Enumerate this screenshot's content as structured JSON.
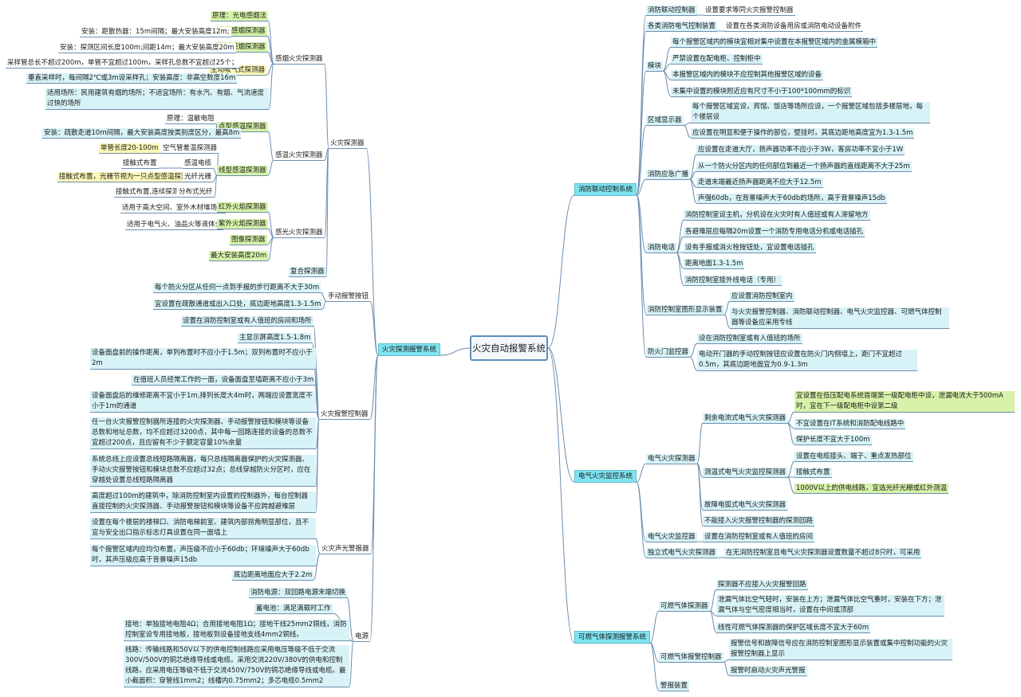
{
  "root": "火灾自动报警系统",
  "left": {
    "detector_system": {
      "label": "火灾探测报警系统",
      "detectors": {
        "label": "火灾探测器",
        "smoke": {
          "label": "感烟火灾探测器",
          "principle": "原理：光电感烟法",
          "point": "点型感烟探测器",
          "point_install": "安装：距散热器：15m间隔；最大安装高度12m;",
          "line": "线型感烟探测器",
          "line_install": "安装：探测区间长度100m;间距14m；最大安装高度20m",
          "aspirating": "主动吸气式探测器",
          "asp_note1": "采样管总长不超过200m，单管不宜超过100m，采样孔总数不宜超过25个；",
          "asp_note2": "垂直采样时，每间隔2℃或3m设采样孔；安装高度：非高空数度16m",
          "usage": "适用场所：民用建筑有烟的场所；不适宜场所：有水汽、有烟、气流速度过快的场所"
        },
        "heat": {
          "label": "感温火灾探测器",
          "point": "点型感温探测器",
          "principle": "原理：温敏电阻",
          "install": "安装：疏散走道10m间隔，最大安装高度按类别度区分，最高8m",
          "line": "线型感温探测器",
          "len": "单管长度20-100m",
          "air_tube": "空气管差温探测器",
          "contact": "接触式布置",
          "cable": "感温电缆",
          "fiber_note": "接触式布置，光栅节视为一只点型感温探测器",
          "fiber": "光纤光栅",
          "dist_note": "接触式布置,连续探测",
          "dist": "分布式光纤"
        },
        "flame": {
          "label": "感光火灾探测器",
          "ir_note": "适用于高大空间、室外木材堆场等",
          "ir": "红外火焰探测器",
          "uv_note": "适用于电气火、油品火等液体火",
          "uv": "紫外火焰探测器",
          "image": "图像探测器",
          "max": "最大安装高度20m"
        },
        "composite": "复合探测器"
      },
      "manual": {
        "label": "手动报警按钮",
        "r1": "每个防火分区从任何一点到手报的步行距离不大于30m",
        "r2": "宜设置在疏散通道或出入口处，底边距地高度1.3-1.5m"
      },
      "controller": {
        "label": "火灾报警控制器",
        "r1": "设置在消防控制室或有人值班的房间和场所",
        "r2": "主显示屏高度1.5-1.8m",
        "r3": "设备面盘前的操作距离，单列布置时不应小于1.5m；双列布置时不应小于2m",
        "r4": "在值班人员经常工作的一面，设备面盘至墙距离不应小于3m",
        "r5": "设备面盘后的维修距离不宜小于1m,排列长度大4m时，两端应设置宽度不小于1m的通道",
        "r6": "任一台火灾报警控制器所连接的火灾探测器、手动报警按钮和模块等设备总数和地址总数，均不应超过3200点，其中每一回路连接的设备的总数不宜超过200点，且应留有不少于额定容量10%余量",
        "r7": "系统总线上应设置总线短路隔离器，每只总线隔离器保护的火灾探测器、手动火灾报警按钮和模块总数不应超过32点；总线穿越防火分区时，应在穿越处设置总线短路隔离器",
        "r8": "高度超过100m的建筑中，除消防控制室内设置的控制器外，每台控制器直接控制的火灾探测器、手动报警按钮和模块等设备不应跨越避难层"
      },
      "sounder": {
        "label": "火灾声光警报器",
        "r1": "设置在每个楼层的楼梯口、消防电梯前室、建筑内部拐角明显部位，且不宜与安全出口指示标志灯具设置在同一面墙上",
        "r2": "每个报警区域内应均匀布置，声压级不应小于60db；环境噪声大于60db时，其声压级应高于背景噪声15db",
        "r3": "底边距离地面应大于2.2m"
      },
      "power": {
        "label": "电源",
        "r1": "消防电源：双回路电源末端切换",
        "r2": "蓄电池：满足满载时工作",
        "r3": "接地：单独接地电阻4Ω；合用接地电阻1Ω；接地干线25mm2铜线，消防控制室设专用接地板，接地板到设备接地支线4mm2铜线。",
        "r4": "线路：传输线路和50V以下的供电控制线路应采用电压等级不低于交流300V/500V的铜芯绝缘导线或电缆。采用交流220V/380V的供电和控制线路，应采用电压等级不低于交流450V/750V的铜芯绝缘导线或电缆。最小截面积：穿管线1mm2；线槽内0.75mm2；多芯电缆0.5mm2"
      }
    }
  },
  "right": {
    "linkage": {
      "label": "消防联动控制系统",
      "ctrl_label": "消防联动控制器",
      "ctrl_r": "设置要求等同火灾报警控制器",
      "elec_label": "各类消防电气控制装置",
      "elec_r": "设置在各类消防设备用房或消防电动设备附件",
      "module": {
        "label": "模块",
        "r1": "每个报警区域内的模块宜相对集中设置在本报警区域内的金属模箱中",
        "r2": "严禁设置在配电柜、控制柜中",
        "r3": "本报警区域内的模块不应控制其他报警区域的设备",
        "r4": "未集中设置的模块附近应有尺寸不小于100*100mm的标识"
      },
      "display": {
        "label": "区域显示器",
        "r1": "每个报警区域宜设，宾馆、饭店等场所应设，一个报警区域包括多楼层地，每个楼层设",
        "r2": "应设置在明显和便于操作的部位，壁挂时，其底边距地高度宜为1.3-1.5m"
      },
      "broadcast": {
        "label": "消防应急广播",
        "r1": "应设置在走道大厅，扬声器功率不应小于3W，客房功率不宜小于1W",
        "r2": "从一个防火分区内的任何部位到最近一个扬声器的直线距离不大于25m",
        "r3": "走道末端最近扬声器距离不应大于12.5m",
        "r4": "声强60db，在背景噪声大于60db的场所，高于背景噪声15db"
      },
      "phone": {
        "label": "消防电话",
        "r1": "消防控制室设主机，分机设在火灾时有人值班或有人滞留地方",
        "r2": "各避难层应每隔20m设置一个消防专用电话分机或电话插孔",
        "r3": "设有手报或消火栓按钮处，宜设置电话插孔",
        "r4": "距离地面1.3-1.5m",
        "r5": "消防控制室接外线电话（专用）"
      },
      "graphic": {
        "label": "消防控制室图形显示装置",
        "r1": "应设置消防控制室内",
        "r2": "与火灾报警控制器、消防联动控制器、电气火灾监控器、可燃气体控制器等设备应采用专线"
      },
      "door": {
        "label": "防火门监控器",
        "r1": "设在消防控制室或有人值班的场所",
        "r2": "电动开门器的手动控制按钮应设置在防火门内侧墙上，距门不宜超过0.5m，其底边距地面宜为0.9-1.3m"
      }
    },
    "electrical": {
      "label": "电气火灾监控系统",
      "det_label": "电气火灾探测器",
      "residual": {
        "label": "剩余电流式电气火灾探测器",
        "r1": "宜设置在低压配电系统首端第一级配电柜中设，泄漏电流大于500mA时，宜在下一级配电柜中设第二级",
        "r2": "不宜设置在IT系统和消防配电线路中",
        "r3": "保护长度不宜大于100m"
      },
      "temp": {
        "label": "测温式电气火灾监控探测器",
        "r1": "设置在电缆接头、端子、重点发热部位",
        "r2": "接触式布置",
        "r3": "1000V以上的供电线路，宜选光纤光栅或红外测温"
      },
      "arc": "故障电弧式电气火灾探测器",
      "no_loop": "不能接入火灾报警控制器的探测回路",
      "monitor_label": "电气火灾监控器",
      "monitor_r": "设置在消防控制室或有人值班的房间",
      "standalone_label": "独立式电气火灾探测器",
      "standalone_r": "在无消防控制室且电气火灾探测器设置数量不超过8只时，可采用"
    },
    "gas": {
      "label": "可燃气体探测报警系统",
      "det_label": "可燃气体探测器",
      "det_r1": "探测器不应接入火灾报警回路",
      "det_r2": "泄漏气体比空气轻时，安装在上方；泄漏气体比空气重时，安装在下方；泄漏气体与空气密度相当时，设置在中间或顶部",
      "det_r3": "线性可燃气体探测器的保护区域长度不宜大于60m",
      "ctrl_label": "可燃气体报警控制器",
      "ctrl_r1": "报警信号和故障信号应在消防控制室图形显示装置或集中控制功能的火灾报警控制器上显示",
      "ctrl_r2": "报警时启动火灾声光警报",
      "alarm": "警报装置"
    }
  }
}
